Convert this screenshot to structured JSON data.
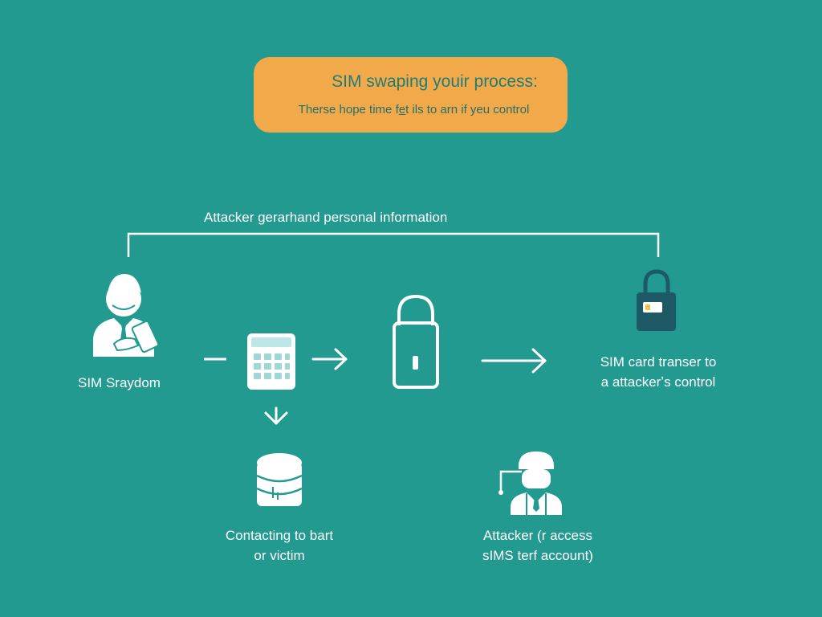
{
  "banner": {
    "title": "SIM swaping youir process:",
    "subtitle": "Therse hope time fe̲t ils to arn if yeu control"
  },
  "top_label": "Attacker gerarhand personal information",
  "nodes": {
    "person": {
      "label": "SIM Sraydom",
      "icon": "person-holding-card-icon"
    },
    "calendar": {
      "icon": "calendar-icon"
    },
    "padlock": {
      "icon": "padlock-icon"
    },
    "sim_lock": {
      "label_line1": "SIM card transer to",
      "label_line2": "a attackerʼs control",
      "icon": "sim-lock-icon"
    },
    "database": {
      "label_line1": "Contacting to bart",
      "label_line2": "or victim",
      "icon": "database-icon"
    },
    "attacker": {
      "label_line1": "Attacker (r access",
      "label_line2": "sIMS terf account)",
      "icon": "attacker-icon"
    }
  },
  "colors": {
    "background": "#229a90",
    "banner": "#f2a94a",
    "banner_text": "#1f7d78",
    "icon_light": "#ffffff",
    "icon_dark": "#1d5a66",
    "calendar_accent": "#bfe6e6"
  }
}
